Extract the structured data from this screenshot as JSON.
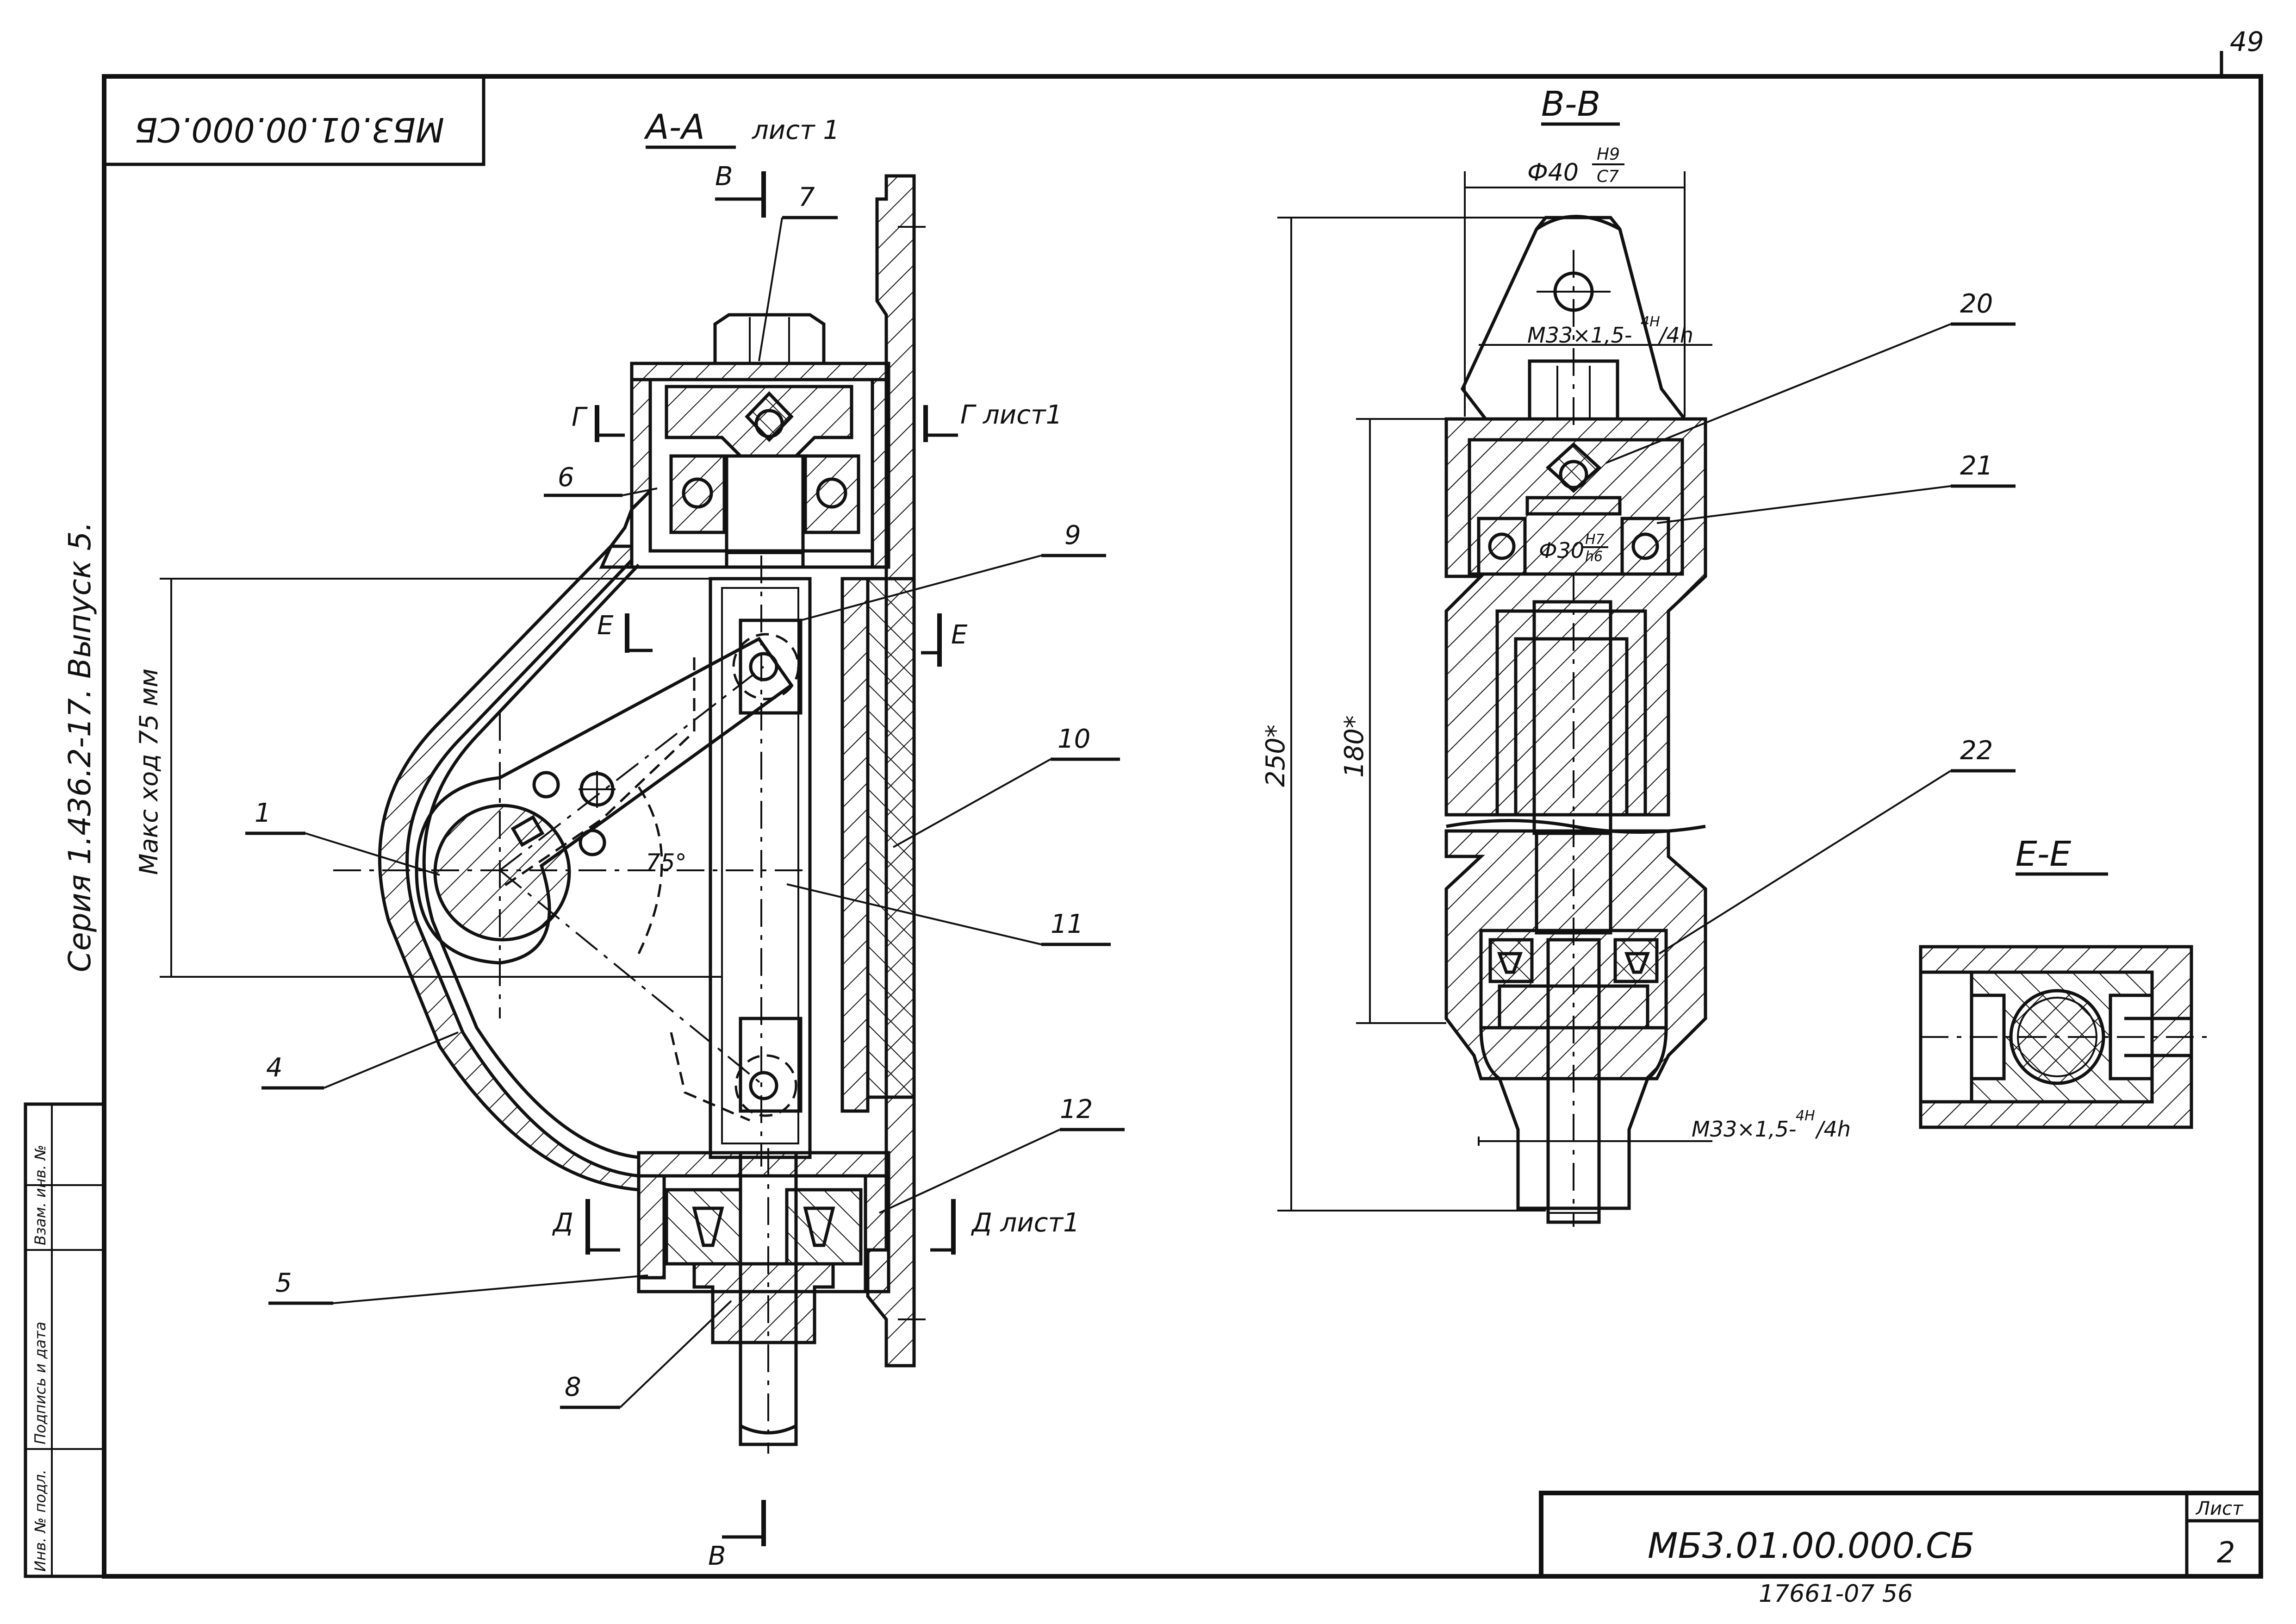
{
  "page_number": "49",
  "stamp_code_rotated": "МБ3.01.00.000.СБ",
  "series_text": "Серия 1.436.2-17. Выпуск 5.",
  "section_aa": {
    "title": "А-А",
    "sheet": "лист 1"
  },
  "section_bb": {
    "title": "В-В"
  },
  "section_ee": {
    "title": "Е-Е"
  },
  "cut_labels": {
    "b_top": "В",
    "b_bottom": "В",
    "g_left": "Г",
    "g_right": "Г лист1",
    "e_left": "Е",
    "e_right": "Е",
    "d_left": "Д",
    "d_right": "Д лист1"
  },
  "travel_label": "Макс ход 75 мм",
  "angle_label": "75°",
  "dimensions": {
    "d40": "Ф40",
    "d40_fit_top": "Н9",
    "d40_fit_bottom": "С7",
    "m33_top": "М33×1,5-",
    "m33_top_sup": "4Н",
    "m33_top_tail": "/4h",
    "d30": "Ф30",
    "d30_fit_top": "Н7",
    "d30_fit_bottom": "h6",
    "h250": "250*",
    "h180": "180*",
    "m33_bottom": "М33×1,5-",
    "m33_bottom_sup": "4Н",
    "m33_bottom_tail": "/4h"
  },
  "callouts": {
    "c1": "1",
    "c4": "4",
    "c5": "5",
    "c6": "6",
    "c7": "7",
    "c8": "8",
    "c9": "9",
    "c10": "10",
    "c11": "11",
    "c12": "12",
    "c20": "20",
    "c21": "21",
    "c22": "22"
  },
  "side_stamp": {
    "col1": "Инв. № подл.",
    "col2": "Подпись и дата",
    "col3": "Взам. инв. №"
  },
  "title_block": {
    "code": "МБ3.01.00.000.СБ",
    "sheet_label": "Лист",
    "sheet_number": "2"
  },
  "bottom_note": "17661-07  56"
}
